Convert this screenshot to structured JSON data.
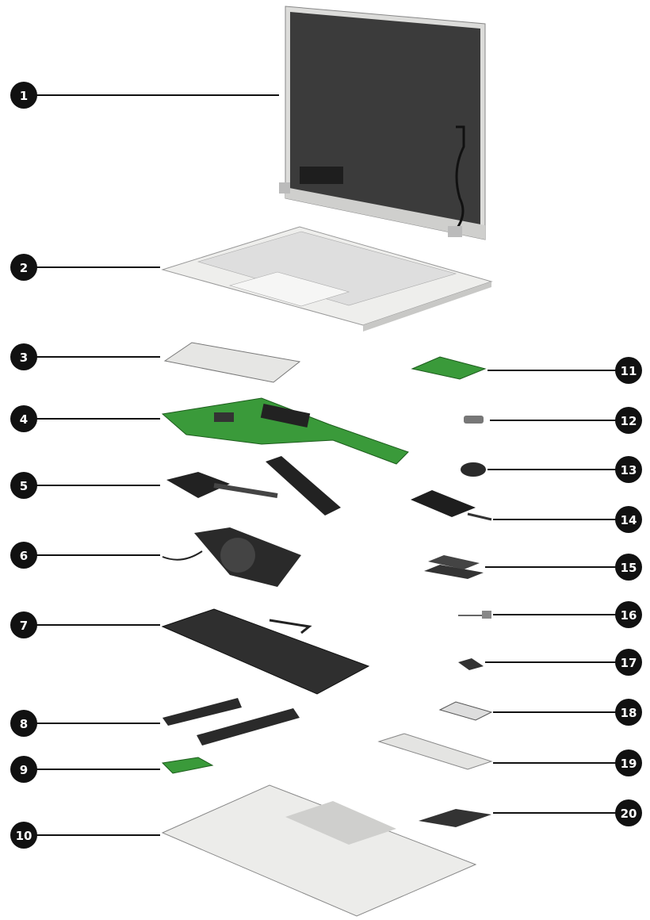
{
  "diagram": {
    "callouts": [
      "1",
      "2",
      "3",
      "4",
      "5",
      "6",
      "7",
      "8",
      "9",
      "10",
      "11",
      "12",
      "13",
      "14",
      "15",
      "16",
      "17",
      "18",
      "19",
      "20"
    ],
    "colors": {
      "callout": "#111111",
      "board_green": "#3a9a3a",
      "silver": "#e4e4e2",
      "dark_part": "#2a2a2a",
      "screen": "#3b3b3b"
    }
  }
}
